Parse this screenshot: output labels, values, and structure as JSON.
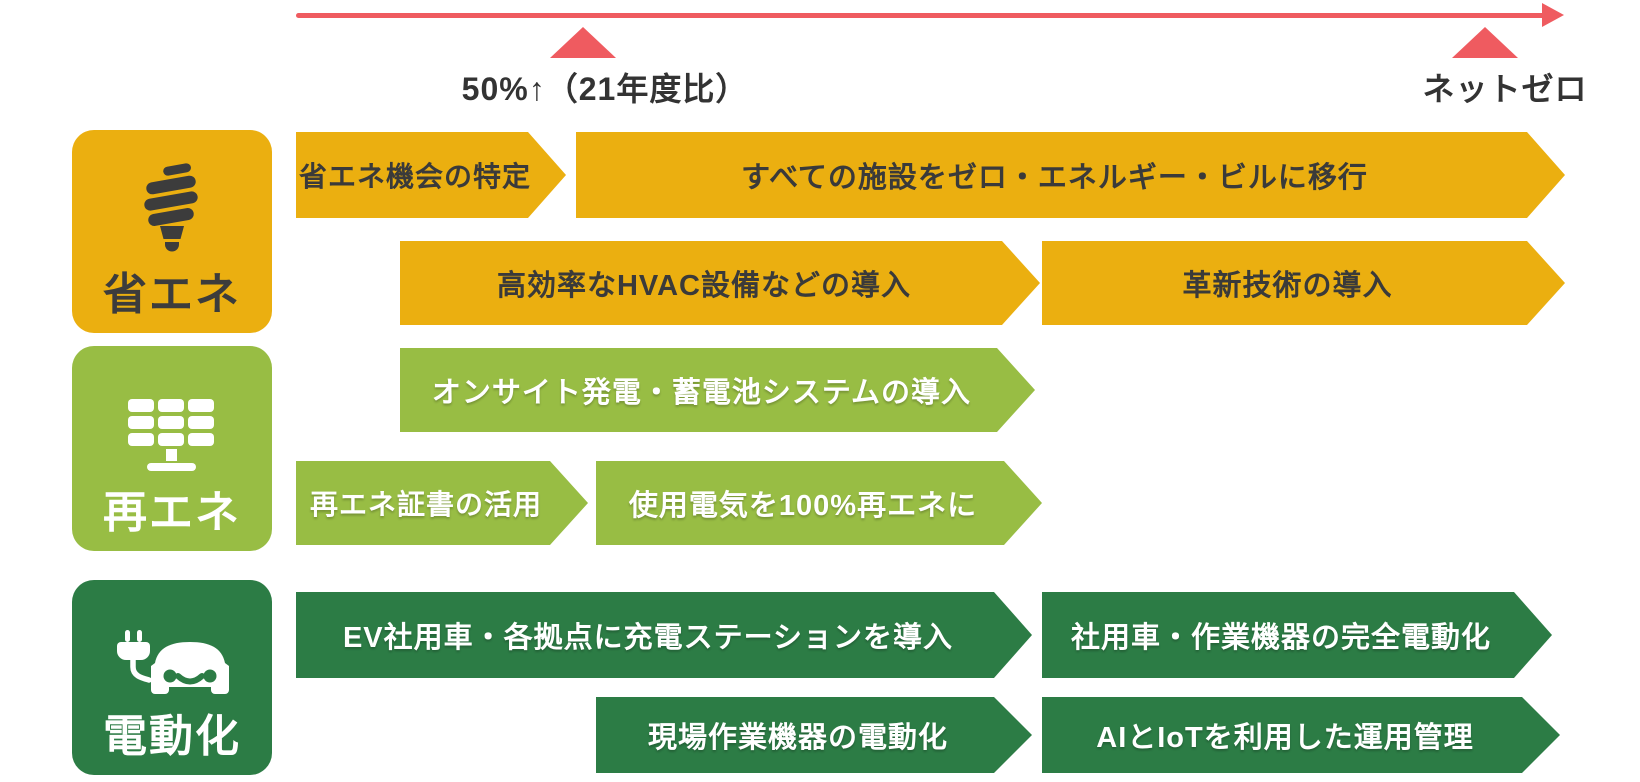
{
  "title": "net-zero-roadmap",
  "colors": {
    "timeline_red": "#EF5B60",
    "energy_saving_gold": "#EBAF10",
    "renewable_light_green": "#98BD44",
    "electrification_dark_green": "#2C7C45",
    "dark_text": "#3A3A3A"
  },
  "timeline": {
    "milestones": [
      {
        "label": "50%↑（21年度比）"
      },
      {
        "label": "ネットゼロ"
      }
    ]
  },
  "categories": [
    {
      "label": "省エネ",
      "icon": "cfl-bulb-icon",
      "color": "#EBAF10"
    },
    {
      "label": "再エネ",
      "icon": "solar-panel-icon",
      "color": "#98BD44"
    },
    {
      "label": "電動化",
      "icon": "ev-car-plug-icon",
      "color": "#2C7C45"
    }
  ],
  "bars": {
    "energy_saving": [
      {
        "label": "省エネ機会の特定"
      },
      {
        "label": "すべての施設をゼロ・エネルギー・ビルに移行"
      },
      {
        "label": "高効率なHVAC設備などの導入"
      },
      {
        "label": "革新技術の導入"
      }
    ],
    "renewables": [
      {
        "label": "オンサイト発電・蓄電池システムの導入"
      },
      {
        "label": "再エネ証書の活用"
      },
      {
        "label": "使用電気を100%再エネに"
      }
    ],
    "electrification": [
      {
        "label": "EV社用車・各拠点に充電ステーションを導入"
      },
      {
        "label": "社用車・作業機器の完全電動化"
      },
      {
        "label": "現場作業機器の電動化"
      },
      {
        "label": "AIとIoTを利用した運用管理"
      }
    ]
  }
}
